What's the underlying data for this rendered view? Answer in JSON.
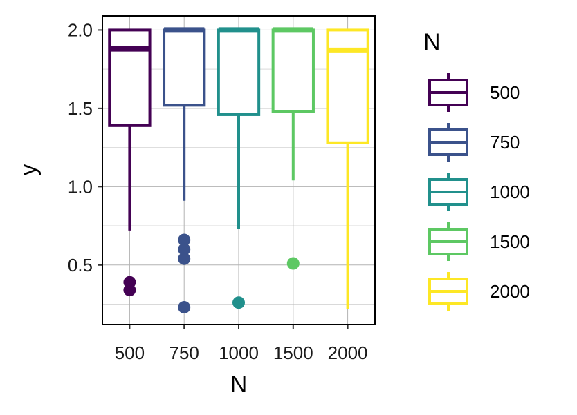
{
  "chart_data": {
    "type": "boxplot",
    "xlabel": "N",
    "ylabel": "y",
    "ylim": [
      0.12,
      2.09
    ],
    "y_ticks": [
      "0.5",
      "1.0",
      "1.5",
      "2.0"
    ],
    "y_tick_values": [
      0.5,
      1.0,
      1.5,
      2.0
    ],
    "y_minor_ticks": [
      0.25,
      0.75,
      1.25,
      1.75
    ],
    "categories": [
      "500",
      "750",
      "1000",
      "1500",
      "2000"
    ],
    "grid": true,
    "legend_position": "right",
    "legend_title": "N",
    "series": [
      {
        "category": "500",
        "color": "#440154",
        "q1": 1.39,
        "median": 1.88,
        "q3": 2.0,
        "whisker_low": 0.72,
        "whisker_high": 2.0,
        "outliers": [
          0.39,
          0.34
        ]
      },
      {
        "category": "750",
        "color": "#3B528B",
        "q1": 1.52,
        "median": 2.0,
        "q3": 2.0,
        "whisker_low": 0.91,
        "whisker_high": 2.0,
        "outliers": [
          0.66,
          0.6,
          0.54,
          0.23
        ]
      },
      {
        "category": "1000",
        "color": "#21908C",
        "q1": 1.46,
        "median": 2.0,
        "q3": 2.0,
        "whisker_low": 0.73,
        "whisker_high": 2.0,
        "outliers": [
          0.26
        ]
      },
      {
        "category": "1500",
        "color": "#5DC863",
        "q1": 1.48,
        "median": 2.0,
        "q3": 2.0,
        "whisker_low": 1.04,
        "whisker_high": 2.0,
        "outliers": [
          0.51
        ]
      },
      {
        "category": "2000",
        "color": "#FDE725",
        "q1": 1.28,
        "median": 1.87,
        "q3": 2.0,
        "whisker_low": 0.22,
        "whisker_high": 2.0,
        "outliers": []
      }
    ]
  }
}
